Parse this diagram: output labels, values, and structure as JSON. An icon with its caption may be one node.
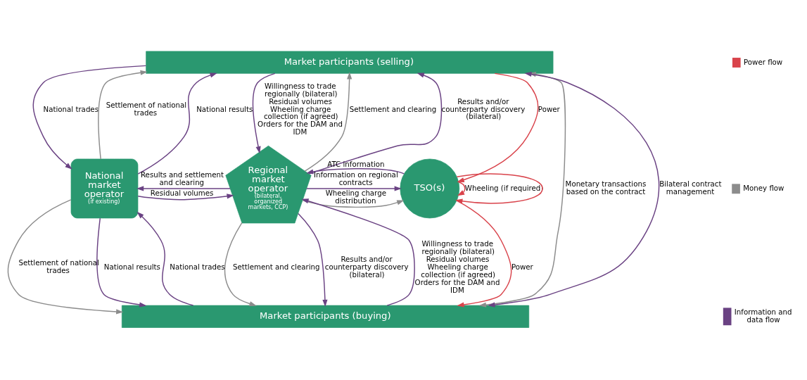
{
  "diagram": {
    "nodes": [
      {
        "text": [
          "Market participants (selling)"
        ]
      },
      {
        "text": [
          "National market operator",
          "(if existing)"
        ]
      },
      {
        "text": [
          "Regional market operator",
          "(bilateral, organized markets, CCP)"
        ]
      },
      {
        "text": [
          "TSO(s)"
        ]
      },
      {
        "text": [
          "Market participants (buying)"
        ]
      }
    ],
    "edges": [
      {
        "from": 0,
        "to": 4,
        "arrow": "both",
        "color": "#8c8c8c",
        "label": "Monetary transactions based on the contract"
      },
      {
        "from": 0,
        "to": 4,
        "arrow": "both",
        "label": "Bilateral contract management"
      },
      {
        "from": 0,
        "to": 1,
        "arrow": "to",
        "label": "National trades"
      },
      {
        "from": 1,
        "to": 0,
        "arrow": "to",
        "color": "#8c8c8c",
        "label": "Settlement of national trades"
      },
      {
        "from": 1,
        "to": 0,
        "arrow": "to",
        "label": "National results"
      },
      {
        "from": 0,
        "to": 2,
        "arrow": "to",
        "label": [
          "Willingness to trade regionally (bilateral)",
          "Residual volumes",
          "Wheeling charge collection (if agreed)",
          "Orders for the DAM and IDM"
        ]
      },
      {
        "from": 2,
        "to": 0,
        "arrow": "to",
        "color": "#8c8c8c",
        "label": "Settlement and clearing"
      },
      {
        "from": 2,
        "to": 0,
        "arrow": "to",
        "label": "Results and/or counterparty discovery (bilateral)"
      },
      {
        "from": 1,
        "to": 2,
        "arrow": "to",
        "label": "Residual volumes"
      },
      {
        "from": 2,
        "to": 1,
        "arrow": "to",
        "label": "Results and settlement and clearing"
      },
      {
        "from": 2,
        "to": 3,
        "arrow": "to",
        "label": "Information on regional contracts"
      },
      {
        "from": 2,
        "to": 3,
        "arrow": "to",
        "color": "#8c8c8c",
        "label": "Wheeling charge distribution"
      },
      {
        "from": 3,
        "to": 2,
        "arrow": "to",
        "label": "ATC information"
      },
      {
        "from": 0,
        "to": 3,
        "arrow": "to",
        "color": "#d9434b",
        "label": "Power"
      },
      {
        "from": 3,
        "to": 4,
        "arrow": "to",
        "color": "#d9434b",
        "label": "Power"
      },
      {
        "from": 3,
        "to": 3,
        "arrow": "to",
        "color": "#d9434b",
        "label": "Wheeling (if required)"
      },
      {
        "from": 3,
        "to": 3,
        "arrow": "to",
        "color": "#d9434b"
      },
      {
        "from": 4,
        "to": 1,
        "arrow": "to",
        "label": "National trades"
      },
      {
        "from": 1,
        "to": 4,
        "arrow": "to",
        "color": "#8c8c8c",
        "label": "Settlement of national trades"
      },
      {
        "from": 1,
        "to": 4,
        "arrow": "to",
        "label": "National results"
      },
      {
        "from": 4,
        "to": 2,
        "arrow": "to",
        "label": [
          "Willingness to trade regionally (bilateral)",
          "Residual volumes",
          "Wheeling charge collection (if agreed)",
          "Orders for the DAM and IDM"
        ]
      },
      {
        "from": 2,
        "to": 4,
        "arrow": "to",
        "color": "#8c8c8c",
        "label": "Settlement and clearing"
      },
      {
        "from": 2,
        "to": 4,
        "arrow": "to",
        "label": "Results and/or counterparty discovery (bilateral)"
      }
    ],
    "legend": [
      {
        "text": "Power flow",
        "color": "#d9434b"
      },
      {
        "text": "Money flow",
        "color": "#8c8c8c"
      },
      {
        "text": "Information and data flow",
        "color": "#6a4283"
      }
    ]
  }
}
